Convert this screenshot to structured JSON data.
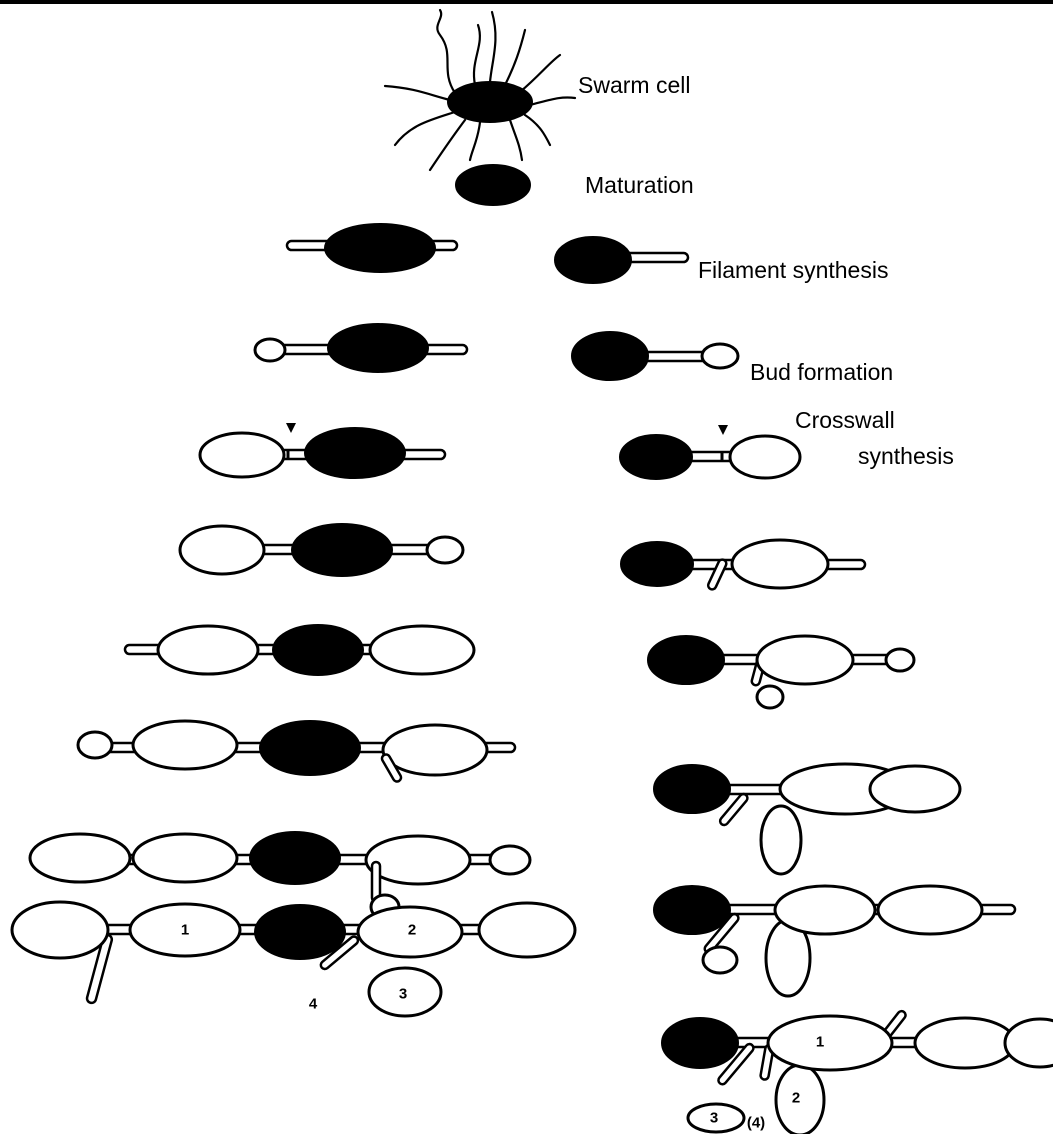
{
  "labels": {
    "swarm_cell": "Swarm cell",
    "maturation": "Maturation",
    "filament_synthesis": "Filament synthesis",
    "bud_formation": "Bud formation",
    "crosswall_line1": "Crosswall",
    "crosswall_line2": "synthesis"
  },
  "left_numbers": {
    "n1": "1",
    "n2": "2",
    "n3": "3",
    "n4": "4"
  },
  "right_numbers": {
    "n1": "1",
    "n2": "2",
    "n3": "3",
    "n4": "(4)"
  },
  "colors": {
    "cell_fill": "#000000",
    "outline": "#000000",
    "background": "#ffffff"
  }
}
